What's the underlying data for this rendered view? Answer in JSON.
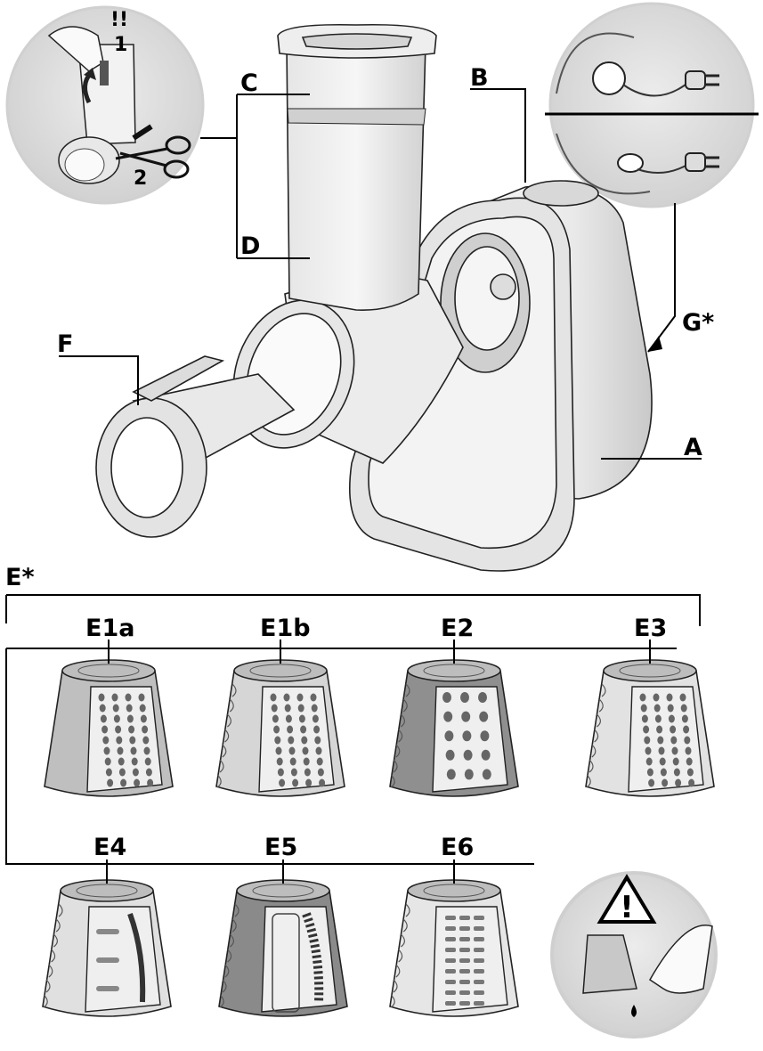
{
  "labels": {
    "A": "A",
    "B": "B",
    "C": "C",
    "D": "D",
    "F": "F",
    "G": "G*",
    "E": "E*"
  },
  "inset_steps": {
    "warning": "!!",
    "step1": "1",
    "step2": "2"
  },
  "drums": [
    {
      "code": "E1a",
      "tone": "#bfbfbf",
      "pattern": "fine-holes"
    },
    {
      "code": "E1b",
      "tone": "#d6d6d6",
      "pattern": "fine-holes"
    },
    {
      "code": "E2",
      "tone": "#8f8f8f",
      "pattern": "coarse-holes"
    },
    {
      "code": "E3",
      "tone": "#e2e2e2",
      "pattern": "grating-holes"
    },
    {
      "code": "E4",
      "tone": "#e0e0e0",
      "pattern": "slicer"
    },
    {
      "code": "E5",
      "tone": "#8a8a8a",
      "pattern": "wavy-slicer"
    },
    {
      "code": "E6",
      "tone": "#e6e6e6",
      "pattern": "fine-slots"
    }
  ],
  "warning_inset": {
    "icon": "warning-triangle-icon",
    "symbol": "!"
  },
  "colors": {
    "line": "#000000",
    "body": "#eeeeee",
    "shade": "#bdbdbd",
    "inset": "#d9d9d9"
  }
}
